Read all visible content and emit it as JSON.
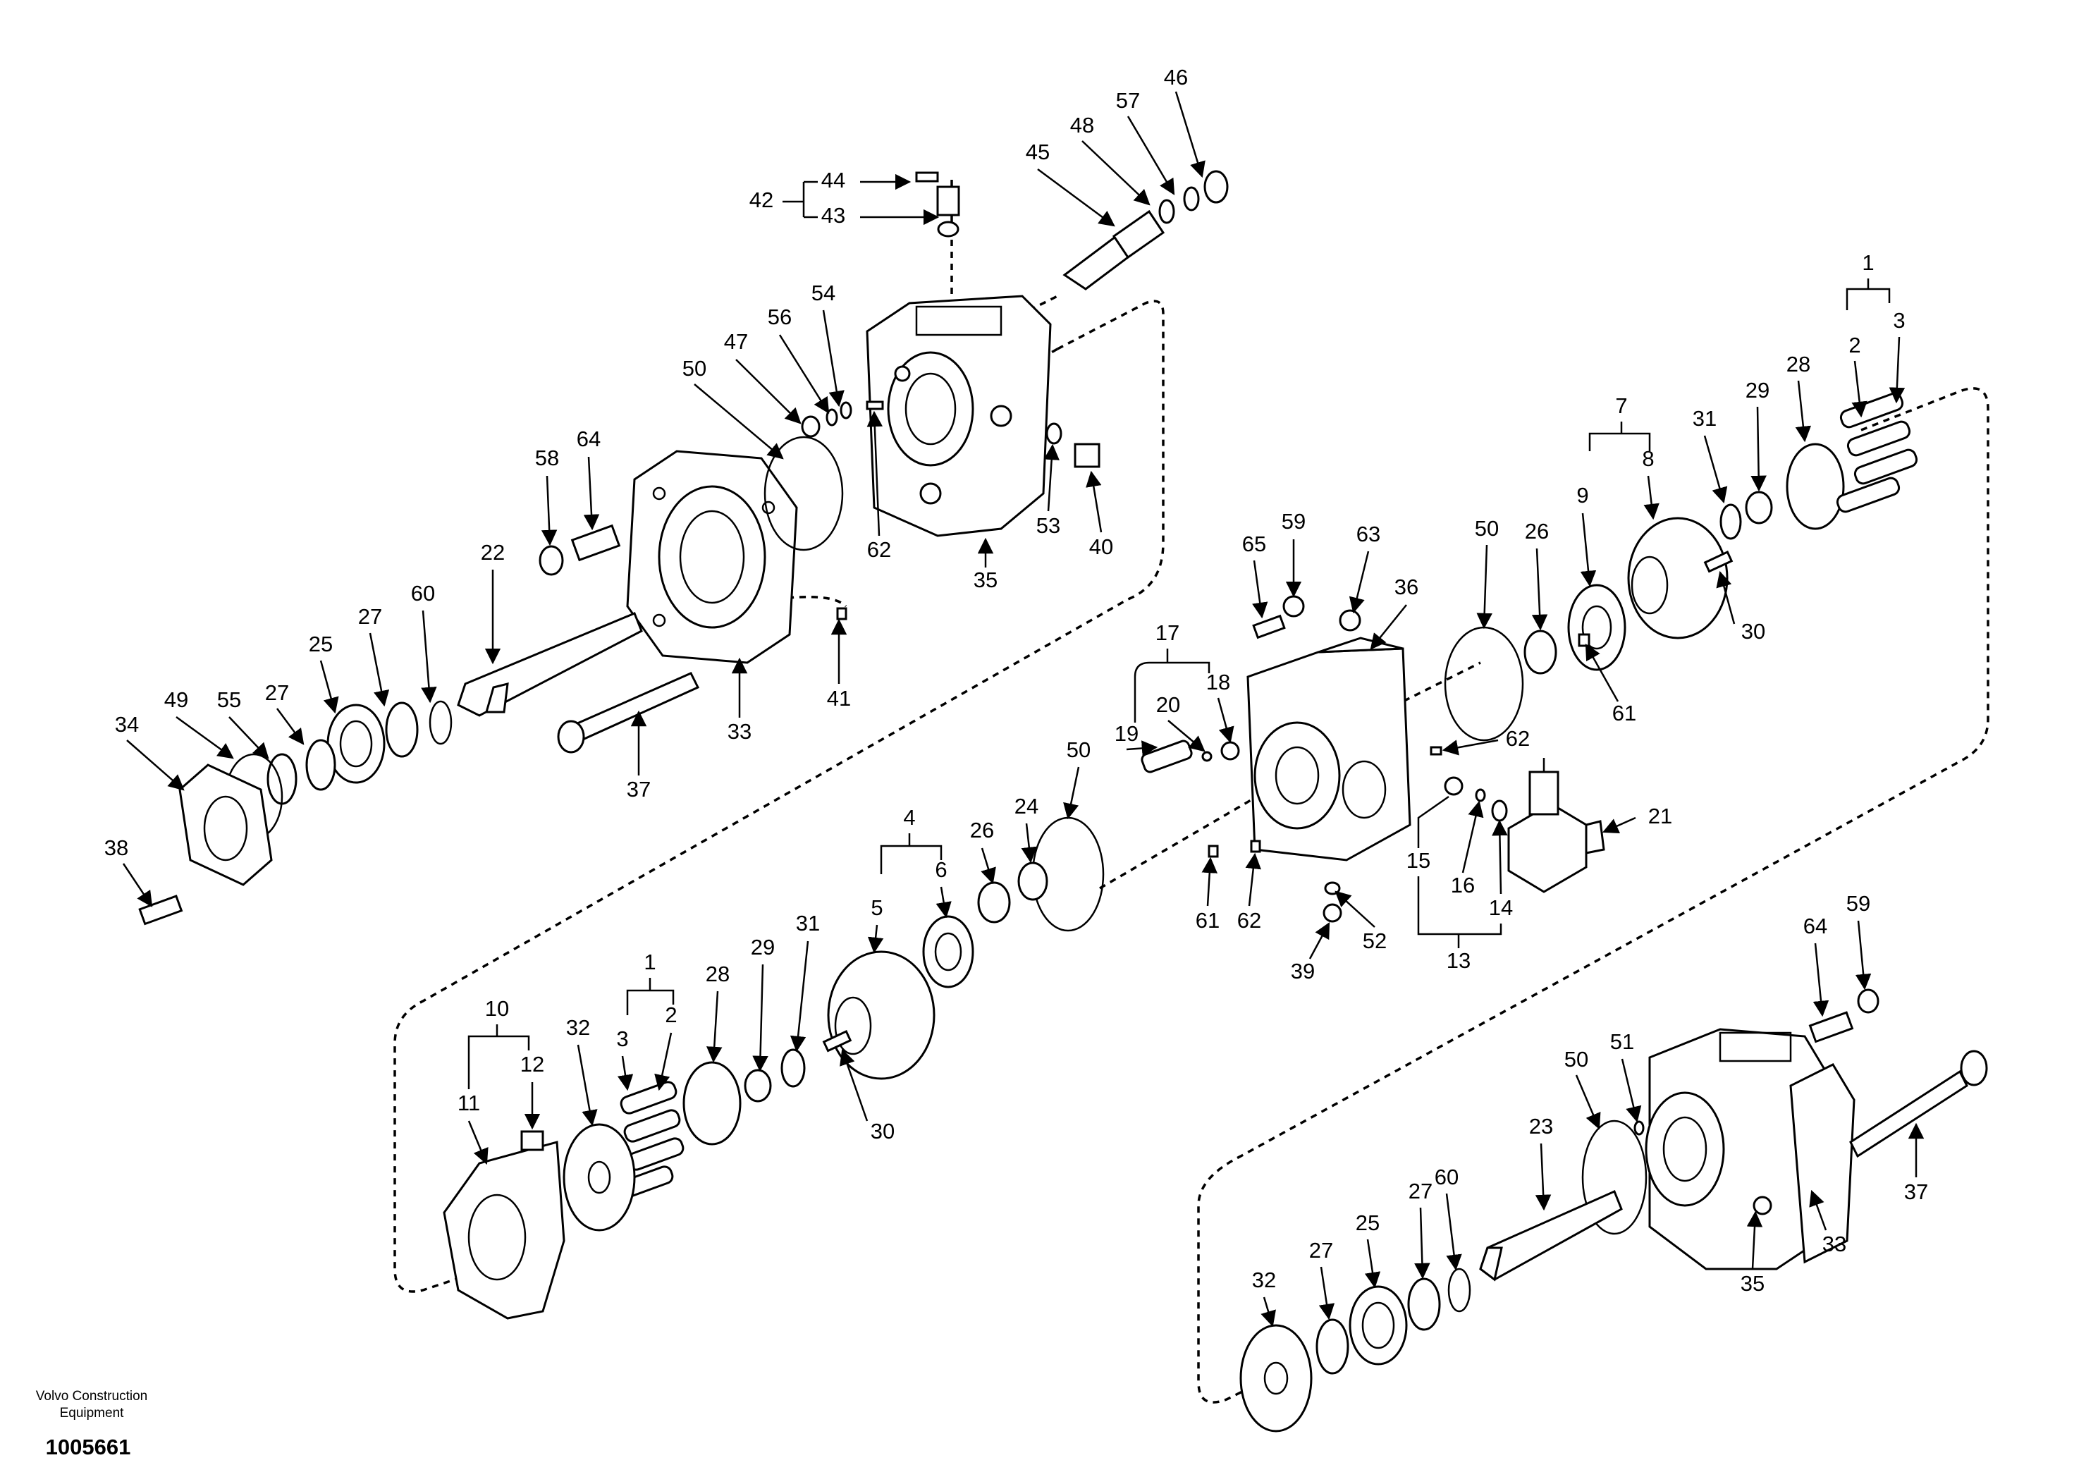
{
  "footer": {
    "brand_line1": "Volvo Construction",
    "brand_line2": "Equipment",
    "drawing_number": "1005661"
  },
  "callouts": [
    "1",
    "2",
    "3",
    "4",
    "5",
    "6",
    "7",
    "8",
    "9",
    "10",
    "11",
    "12",
    "13",
    "14",
    "15",
    "16",
    "17",
    "18",
    "19",
    "20",
    "21",
    "22",
    "23",
    "24",
    "25",
    "26",
    "27",
    "28",
    "29",
    "30",
    "31",
    "32",
    "33",
    "34",
    "35",
    "36",
    "37",
    "38",
    "39",
    "40",
    "41",
    "42",
    "43",
    "44",
    "45",
    "46",
    "47",
    "48",
    "49",
    "50",
    "51",
    "52",
    "53",
    "54",
    "55",
    "56",
    "57",
    "58",
    "59",
    "60",
    "61",
    "62",
    "63",
    "64",
    "65"
  ]
}
